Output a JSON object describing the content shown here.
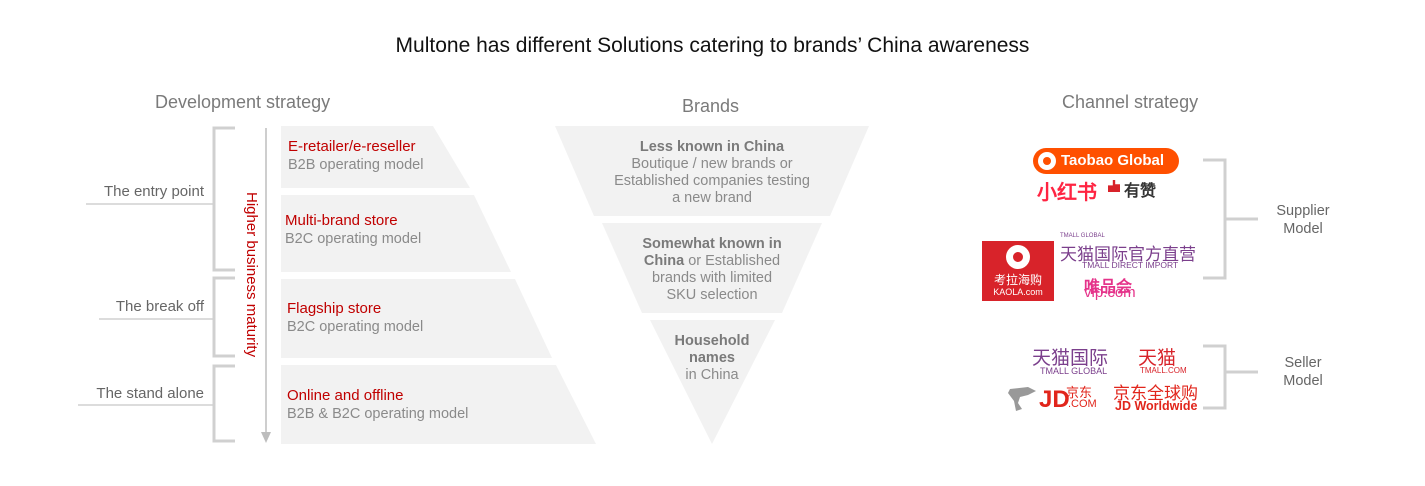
{
  "title": "Multone has different Solutions catering to brands’ China awareness",
  "headers": {
    "development": "Development strategy",
    "brands": "Brands",
    "channel": "Channel strategy"
  },
  "side_labels": {
    "entry": "The entry point",
    "breakoff": "The break off",
    "standalone": "The stand alone"
  },
  "maturity_label": "Higher business maturity",
  "tiers": [
    {
      "title": "E-retailer/e-reseller",
      "sub": "B2B operating model"
    },
    {
      "title": "Multi-brand store",
      "sub": "B2C operating model"
    },
    {
      "title": "Flagship store",
      "sub": "B2C operating model"
    },
    {
      "title": "Online and offline",
      "sub": "B2B & B2C operating model"
    }
  ],
  "brands": [
    {
      "bold": "Less known in China",
      "line2": "Boutique / new brands or",
      "line3": "Established companies testing",
      "line4": "a new brand"
    },
    {
      "part1": "Somewhat known in",
      "bold2": "China",
      "part2": " or Established",
      "line3": "brands with limited",
      "line4": "SKU selection"
    },
    {
      "bold1": "Household",
      "bold2": "names",
      "line3": "in China"
    }
  ],
  "models": {
    "supplier_1": "Supplier",
    "supplier_2": "Model",
    "seller_1": "Seller",
    "seller_2": "Model"
  },
  "logos": {
    "taobao": "Taobao Global",
    "xiaohongshu": "小红书",
    "youzan": "有赞",
    "kaola_cn": "考拉海购",
    "kaola_en": "KAOLA.com",
    "tmall_direct_small": "TMALL GLOBAL",
    "tmall_direct_cn": "天猫国际官方直营",
    "tmall_direct_en": "TMALL DIRECT IMPORT",
    "vip_cn": "唯品会",
    "vip_en": "vip.com",
    "tmall_global_cn": "天猫国际",
    "tmall_global_en": "TMALL GLOBAL",
    "tmall_cn": "天猫",
    "tmall_en": "TMALL.COM",
    "jd_cn": "京东",
    "jd_en": "JD",
    "jd_com": ".COM",
    "jdw_cn": "京东全球购",
    "jdw_en": "JD Worldwide"
  },
  "colors": {
    "accent_red": "#c00000",
    "shape_gray": "#f2f2f2",
    "bracket_gray": "#d0d0d0",
    "taobao_orange": "#ff5000",
    "xhs_red": "#ff2442",
    "kaola_red": "#d8232a",
    "tmall_purple": "#7b3f8c",
    "vip_pink": "#e5338a",
    "jd_red": "#e1251b"
  }
}
